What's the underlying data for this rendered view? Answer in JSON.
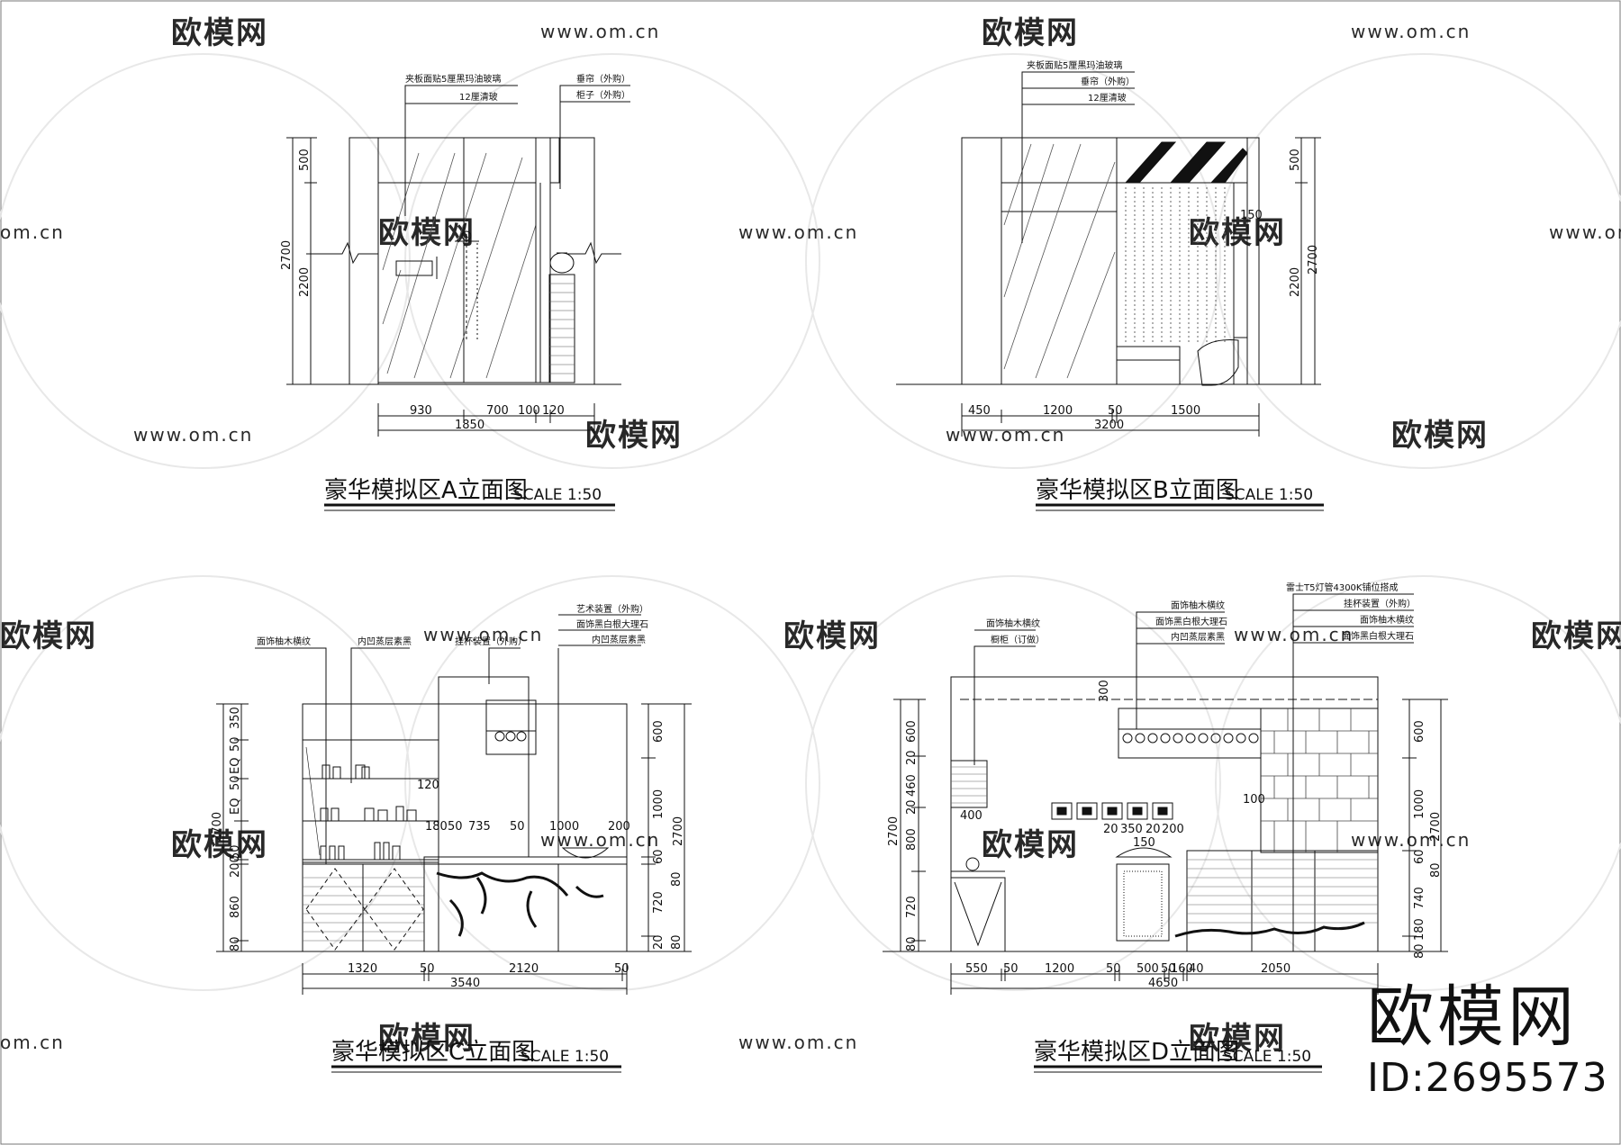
{
  "panels": {
    "a": {
      "title": "豪华模拟区A立面图",
      "scale": "SCALE 1:50",
      "notes": [
        "夹板面贴5厘黑玛油玻璃",
        "12厘清玻",
        "垂帘（外购）",
        "柜子（外购）"
      ],
      "dims_h": [
        "930",
        "700",
        "100",
        "120",
        "1850"
      ],
      "dims_v": [
        "500",
        "2200",
        "2700"
      ]
    },
    "b": {
      "title": "豪华模拟区B立面图",
      "scale": "SCALE 1:50",
      "notes": [
        "夹板面贴5厘黑玛油玻璃",
        "垂帘（外购）",
        "12厘清玻"
      ],
      "dims_h": [
        "450",
        "1200",
        "50",
        "1500",
        "3200"
      ],
      "dims_v": [
        "500",
        "2200",
        "2700",
        "150"
      ]
    },
    "c": {
      "title": "豪华模拟区C立面图",
      "scale": "SCALE 1:50",
      "notes": [
        "面饰柚木横纹",
        "内凹蒸层素黑",
        "挂杯装置（外购）",
        "艺术装置（外购）",
        "面饰黑白根大理石",
        "内凹蒸层素黑"
      ],
      "dims_h": [
        "1320",
        "50",
        "2120",
        "50",
        "3540"
      ],
      "dims_inner": [
        "120",
        "180",
        "50",
        "735",
        "50",
        "1000",
        "200"
      ],
      "dims_v_left": [
        "350",
        "50",
        "EQ",
        "50",
        "EQ",
        "50",
        "200",
        "860",
        "80",
        "2700"
      ],
      "dims_v_right": [
        "600",
        "1000",
        "60",
        "80",
        "720",
        "20",
        "80",
        "2700"
      ]
    },
    "d": {
      "title": "豪华模拟区D立面图",
      "scale": "SCALE 1:50",
      "notes": [
        "雷士T5灯管4300K铺位搭成",
        "挂杯装置（外购）",
        "面饰柚木横纹",
        "面饰黑白根大理石",
        "面饰柚木横纹",
        "面饰黑白根大理石",
        "内凹蒸层素黑",
        "面饰柚木横纹",
        "橱柜（订做）"
      ],
      "dims_h": [
        "550",
        "50",
        "1200",
        "50",
        "500",
        "50",
        "160",
        "40",
        "2050",
        "4650"
      ],
      "dims_inner": [
        "300",
        "400",
        "100",
        "20",
        "350",
        "20",
        "200",
        "150"
      ],
      "dims_v_left": [
        "600",
        "20",
        "460",
        "20",
        "800",
        "720",
        "80",
        "2700"
      ],
      "dims_v_right": [
        "600",
        "1000",
        "60",
        "80",
        "740",
        "80",
        "180",
        "2700"
      ]
    }
  },
  "watermark": {
    "brand": "欧模网",
    "url": "www.om.cn",
    "url_short": "om.cn"
  },
  "brand_mark": {
    "name": "欧模网",
    "id": "ID:2695573"
  }
}
